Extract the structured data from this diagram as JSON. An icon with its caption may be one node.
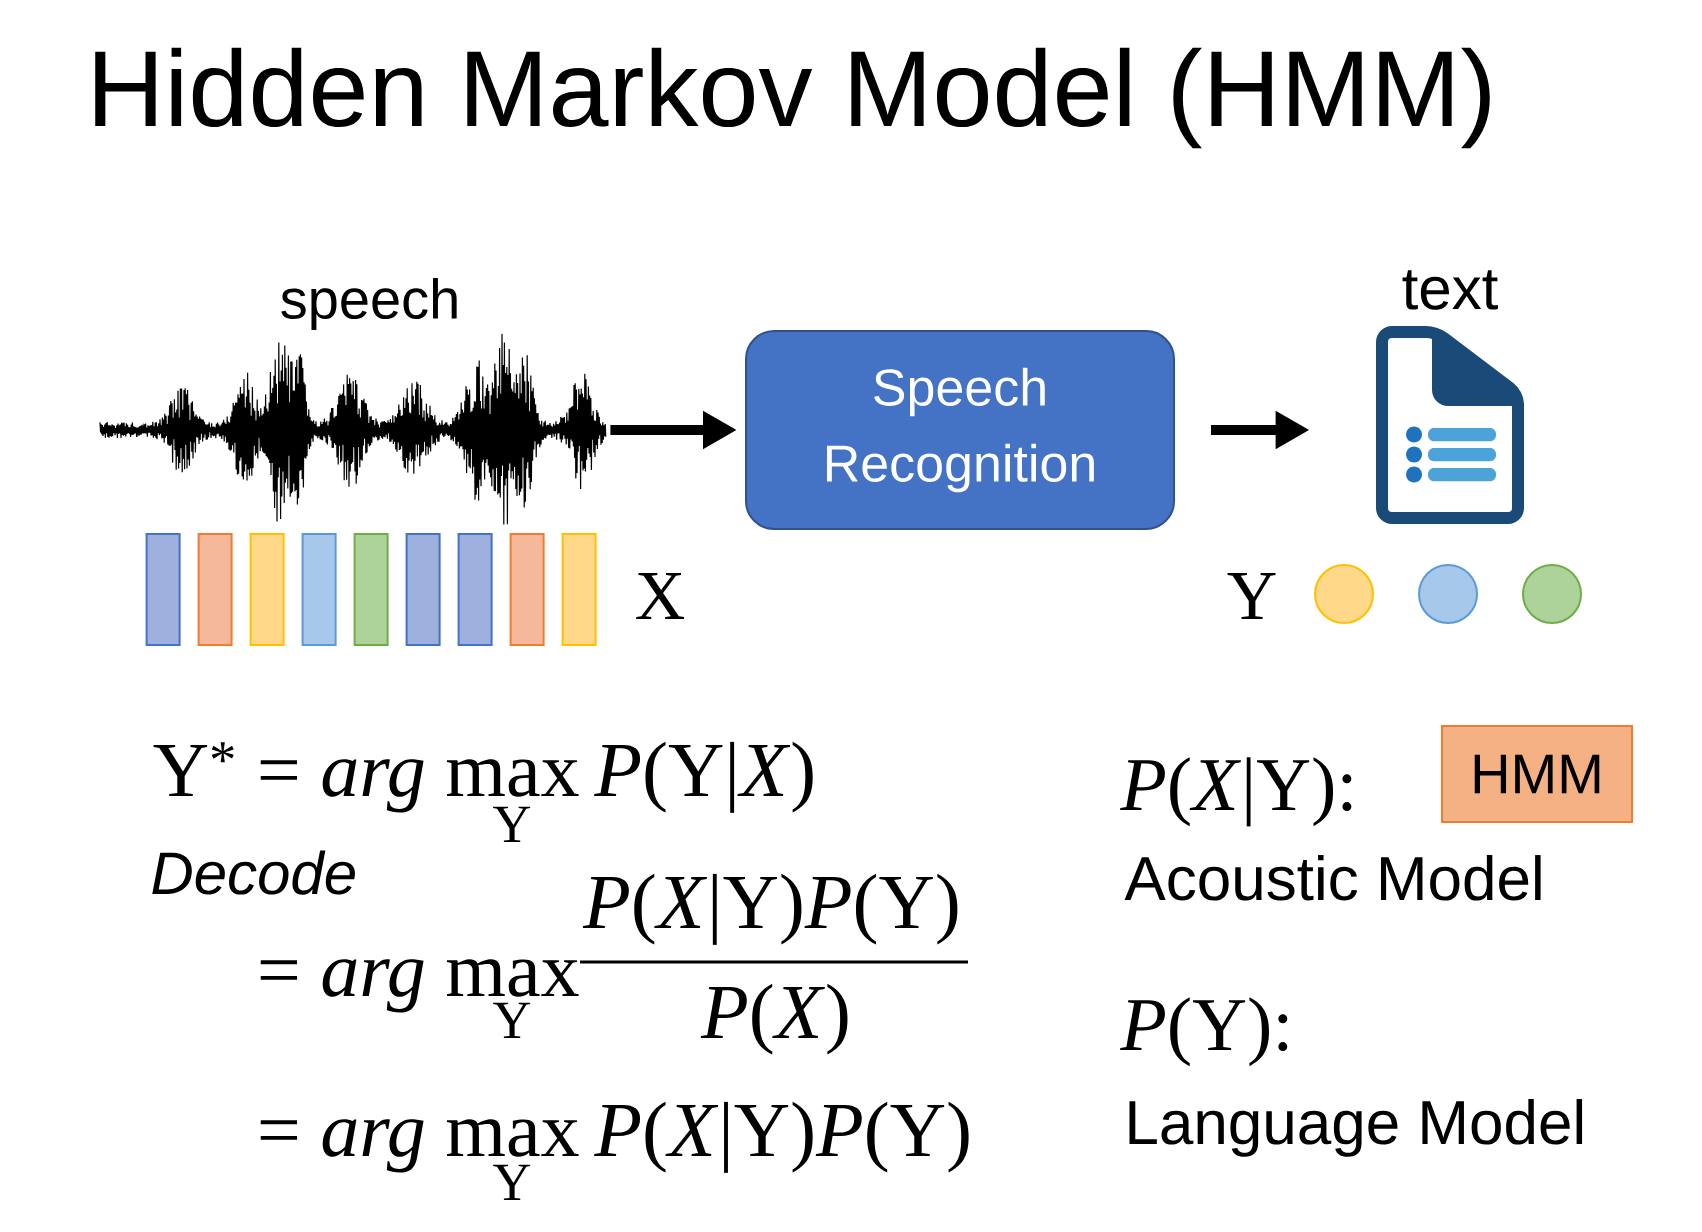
{
  "diagram": {
    "title": "Hidden Markov Model (HMM)",
    "nodes": [
      {
        "text": [
          "speech"
        ]
      },
      {
        "text": [
          "Speech Recognition"
        ]
      },
      {
        "text": [
          "text"
        ]
      },
      {
        "text": [
          "HMM"
        ]
      }
    ],
    "edges": [
      {
        "from": 0,
        "to": 1,
        "arrow": "to"
      },
      {
        "from": 1,
        "to": 2,
        "arrow": "to"
      }
    ],
    "labels": [
      "X",
      "Y",
      "Y$^{*}$ = *arg* max",
      "Y",
      "*P*(Y|*X*)",
      "Decode",
      "= *arg* max",
      "Y",
      "*P*(*X*|Y)*P*(Y)",
      "*P*(*X*)",
      "= *arg* max",
      "Y",
      "*P*(*X*|Y)*P*(Y)",
      "*P*(*X*|Y):",
      "Acoustic Model",
      "*P*(Y):",
      "Language Model"
    ]
  }
}
